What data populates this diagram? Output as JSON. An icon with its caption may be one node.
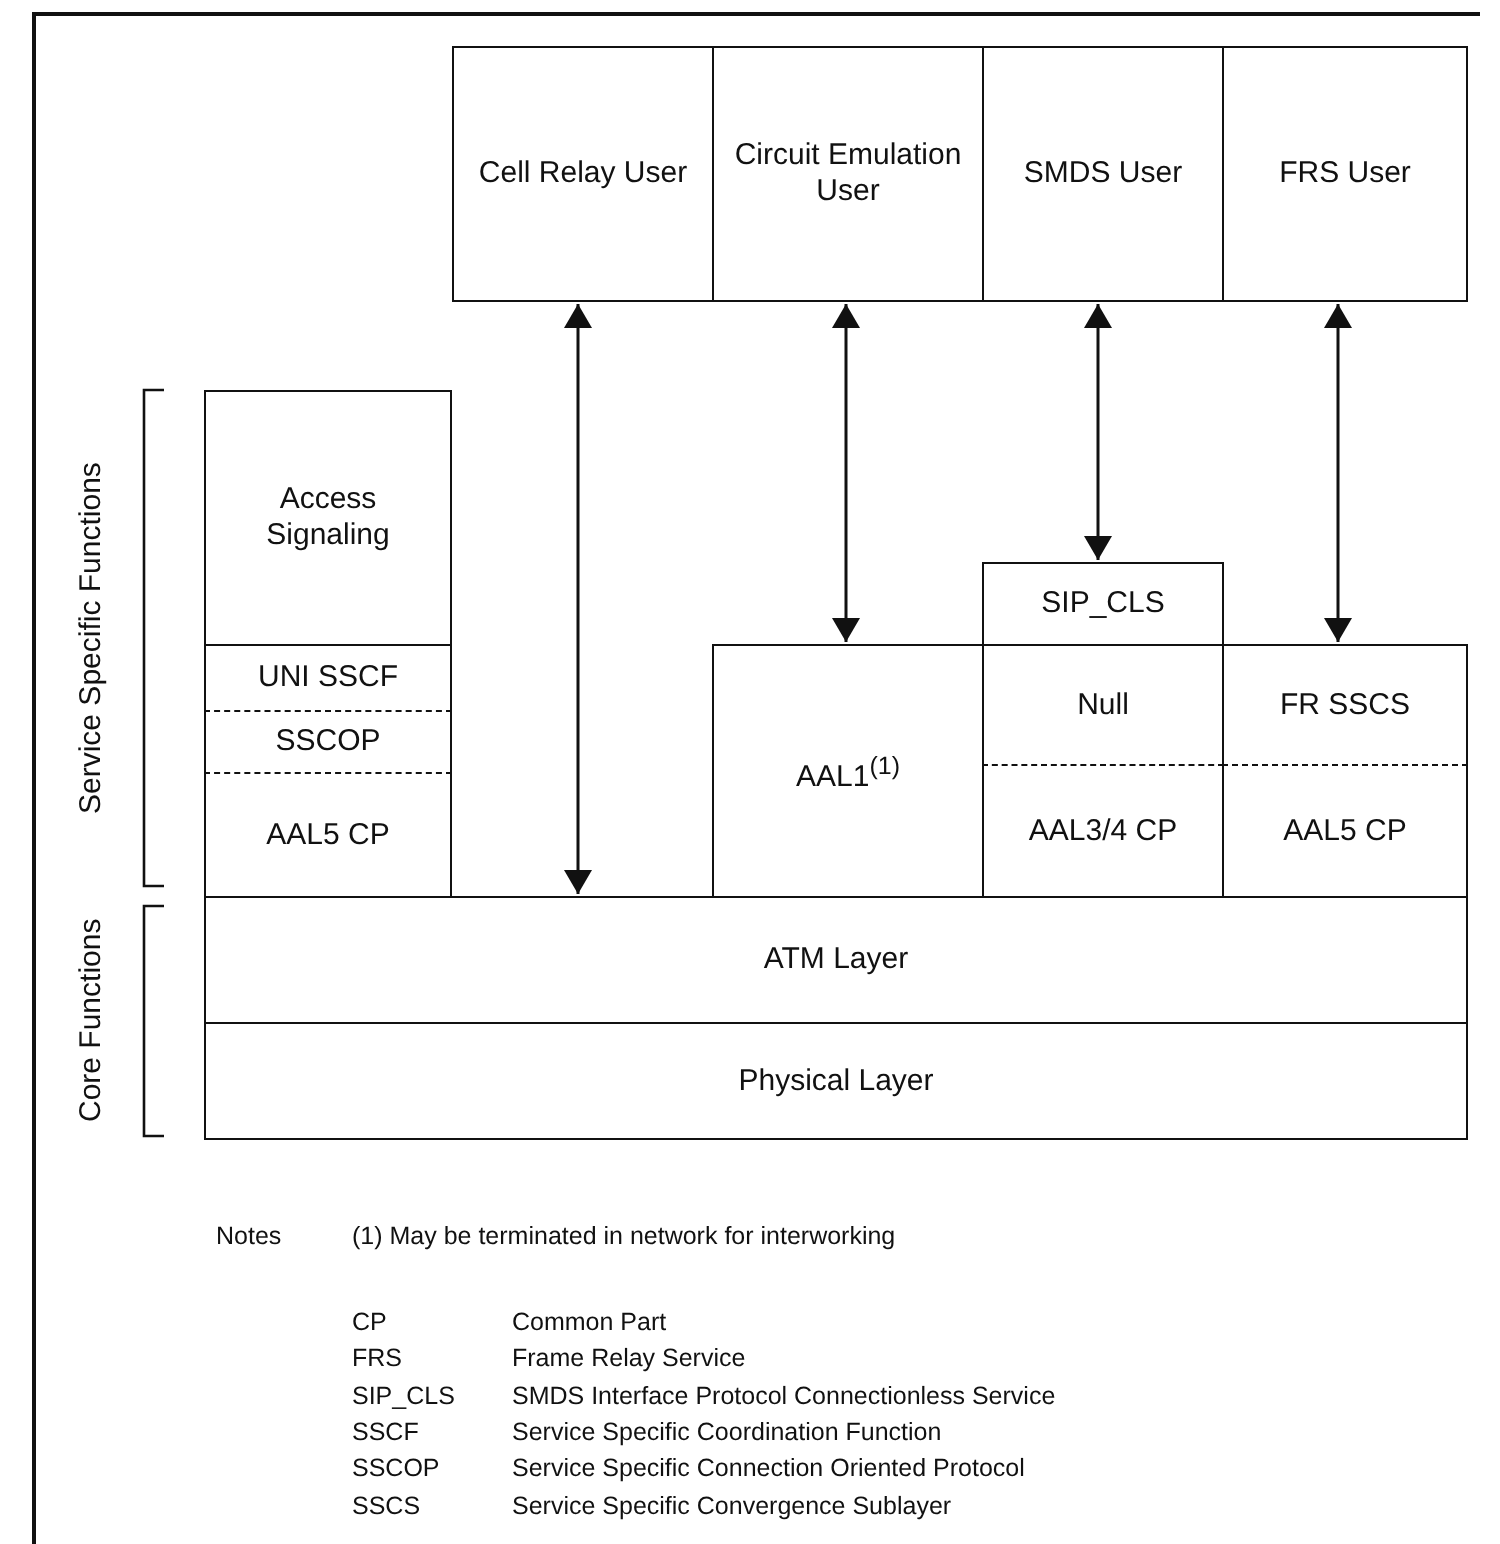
{
  "diagram": {
    "nodes": [
      {
        "text": [
          "Cell Relay User"
        ]
      },
      {
        "text": [
          "Circuit Emulation User"
        ]
      },
      {
        "text": [
          "SMDS User"
        ]
      },
      {
        "text": [
          "FRS User"
        ]
      },
      {
        "text": [
          "Access Signaling"
        ]
      },
      {
        "text": [
          "UNI SSCF"
        ]
      },
      {
        "text": [
          "SSCOP"
        ]
      },
      {
        "text": [
          "AAL5 CP"
        ]
      },
      {
        "text": [
          "AAL1$^{(1)}$"
        ]
      },
      {
        "text": [
          "SIP_CLS"
        ]
      },
      {
        "text": [
          "Null"
        ]
      },
      {
        "text": [
          "AAL3/4 CP"
        ]
      },
      {
        "text": [
          "FR SSCS"
        ]
      },
      {
        "text": [
          "AAL5 CP"
        ]
      },
      {
        "text": [
          "ATM Layer"
        ]
      },
      {
        "text": [
          "Physical Layer"
        ]
      }
    ],
    "edges": [
      {
        "from": 0,
        "to": 14,
        "arrow": "both"
      },
      {
        "from": 1,
        "to": 8,
        "arrow": "both"
      },
      {
        "from": 2,
        "to": 9,
        "arrow": "both"
      },
      {
        "from": 3,
        "to": 12,
        "arrow": "both"
      }
    ],
    "labels": [
      "Service Specific Functions",
      "Core Functions",
      "Notes",
      "(1) May be terminated in network for interworking",
      "CP",
      "Common Part",
      "FRS",
      "Frame Relay Service",
      "SIP_CLS",
      "SMDS Interface Protocol Connectionless Service",
      "SSCF",
      "Service Specific Coordination Function",
      "SSCOP",
      "Service Specific Connection Oriented Protocol",
      "SSCS",
      "Service Specific Convergence Sublayer"
    ]
  }
}
